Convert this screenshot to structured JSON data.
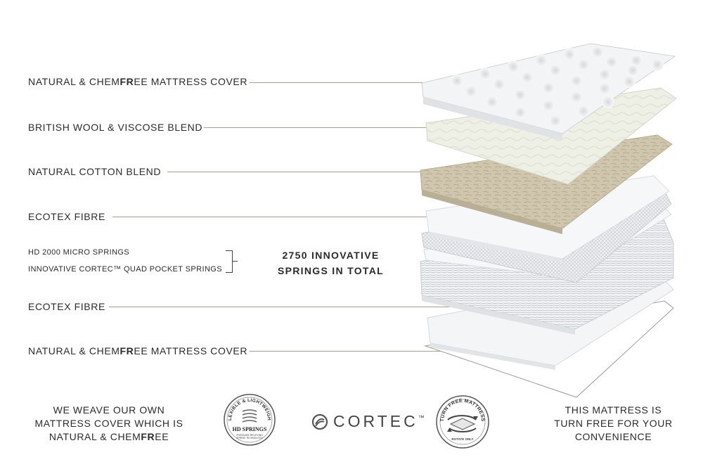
{
  "layers": [
    {
      "pre": "NATURAL & CHEM",
      "bold": "FR",
      "post": "EE MATTRESS COVER"
    },
    {
      "pre": "BRITISH WOOL & VISCOSE BLEND",
      "bold": "",
      "post": ""
    },
    {
      "pre": "NATURAL COTTON BLEND",
      "bold": "",
      "post": ""
    },
    {
      "pre": "ECOTEX FIBRE",
      "bold": "",
      "post": ""
    },
    {
      "pre": "ECOTEX FIBRE",
      "bold": "",
      "post": ""
    },
    {
      "pre": "NATURAL & CHEM",
      "bold": "FR",
      "post": "EE MATTRESS COVER"
    }
  ],
  "springs": {
    "micro": "HD 2000 MICRO SPRINGS",
    "pocket": "INNOVATIVE CORTEC™ QUAD POCKET SPRINGS",
    "total_line1": "2750 INNOVATIVE",
    "total_line2": "SPRINGS IN TOTAL"
  },
  "footer": {
    "left_line1": "WE WEAVE OUR OWN",
    "left_line2": "MATTRESS COVER WHICH IS",
    "left_line3_pre": "NATURAL & CHEM",
    "left_line3_bold": "FR",
    "left_line3_post": "EE",
    "right_line1": "THIS MATTRESS IS",
    "right_line2": "TURN FREE FOR YOUR",
    "right_line3": "CONVENIENCE"
  },
  "badges": {
    "hd_arc": "FLEXIBLE & LIGHTWEIGHT",
    "hd_title": "HD SPRINGS",
    "hd_sub1": "PRESSURE RELIEVING",
    "hd_sub2": "SPRING TECHNOLOGY",
    "cortec": "CORTEC",
    "cortec_tm": "™",
    "turn_arc": "TURN FREE MATTRESS",
    "turn_sub": "ROTATE ONLY"
  },
  "colors": {
    "leader_line": "#a89f86",
    "text": "#2b2b2b",
    "cotton": "#cfc6ad"
  }
}
